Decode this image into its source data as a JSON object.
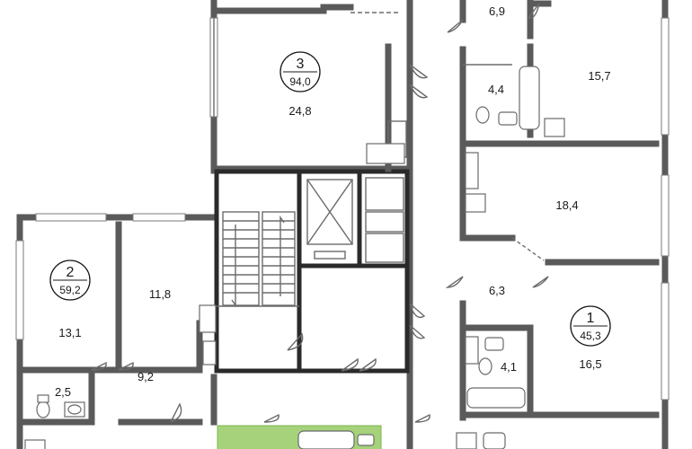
{
  "apartments": [
    {
      "number": "3",
      "total_area": "94,0"
    },
    {
      "number": "2",
      "total_area": "59,2"
    },
    {
      "number": "1",
      "total_area": "45,3"
    }
  ],
  "room_areas": {
    "r_6_9": "6,9",
    "r_15_7": "15,7",
    "r_24_8": "24,8",
    "r_4_4": "4,4",
    "r_18_4": "18,4",
    "r_11_8": "11,8",
    "r_13_1": "13,1",
    "r_6_3": "6,3",
    "r_16_5": "16,5",
    "r_4_1": "4,1",
    "r_2_5": "2,5",
    "r_9_2": "9,2"
  },
  "colors": {
    "wall": "#5a5a5a",
    "structural_wall": "#2a2a2a",
    "highlight_green": "#a5d27a"
  }
}
